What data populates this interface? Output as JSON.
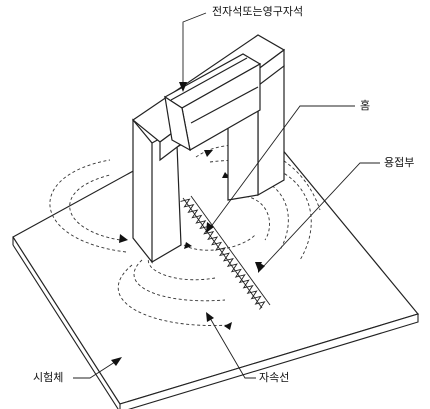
{
  "labels": {
    "magnet": "전자석또는영구자석",
    "groove": "홈",
    "weld": "용접부",
    "specimen": "시험체",
    "flux": "자속선"
  }
}
